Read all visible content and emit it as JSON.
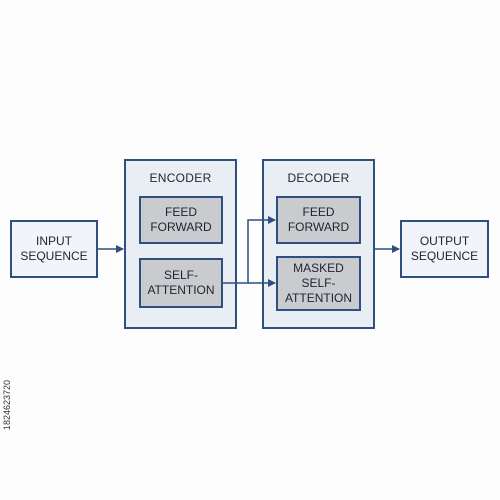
{
  "diagram": {
    "input": "INPUT\nSEQUENCE",
    "output": "OUTPUT\nSEQUENCE",
    "encoder": {
      "title": "ENCODER",
      "feed_forward": "FEED\nFORWARD",
      "self_attention": "SELF-\nATTENTION"
    },
    "decoder": {
      "title": "DECODER",
      "feed_forward": "FEED\nFORWARD",
      "masked_self_attention": "MASKED\nSELF-\nATTENTION"
    }
  },
  "watermark_id": "1824623720",
  "colors": {
    "stroke": "#2f4f7f",
    "container_fill": "#e9eef5",
    "inner_fill": "#c9cbce"
  }
}
